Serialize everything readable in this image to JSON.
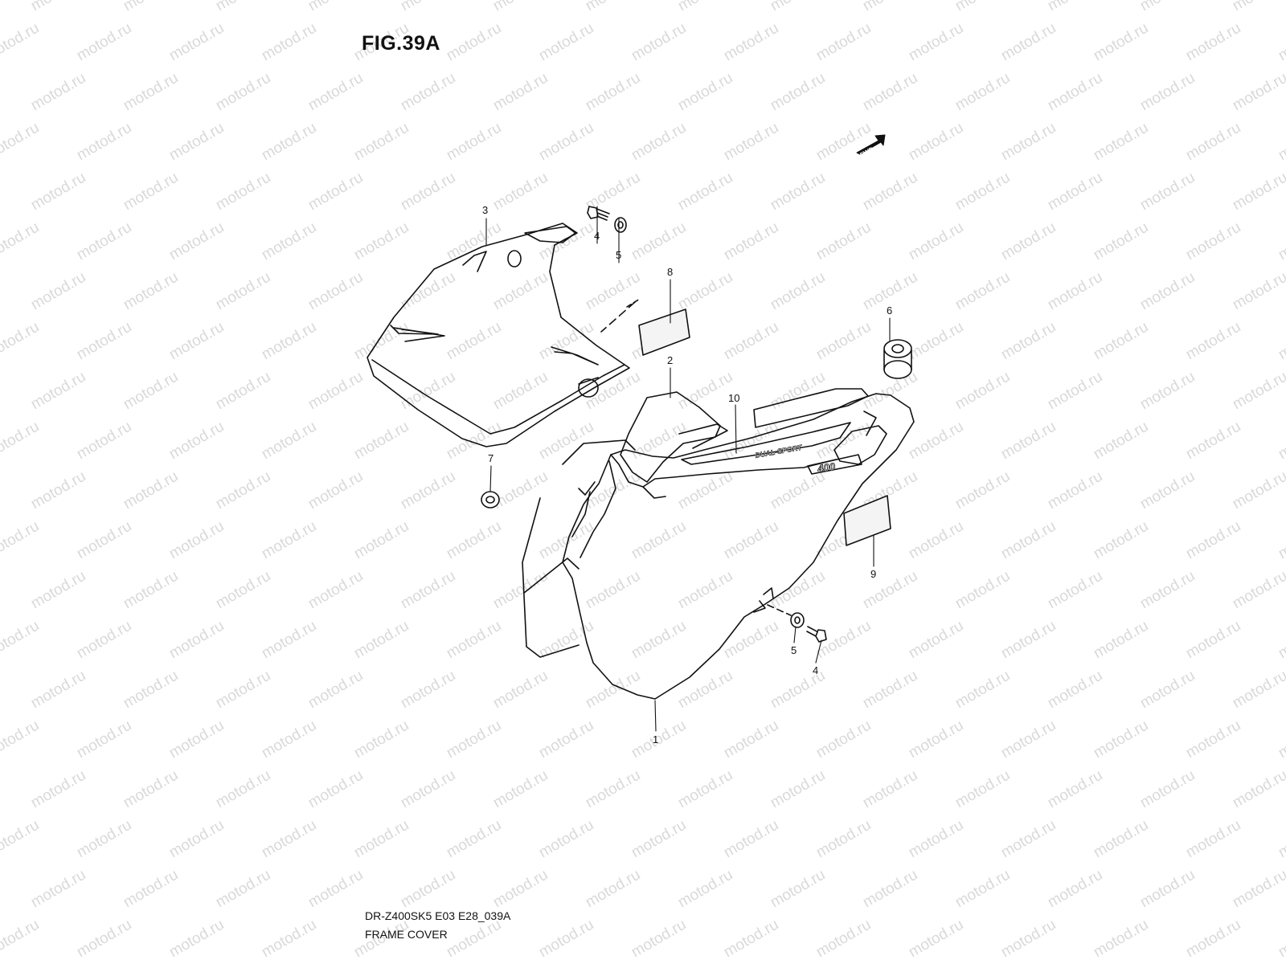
{
  "figure": {
    "title": "FIG.39A"
  },
  "watermark": {
    "text": "motod.ru",
    "color": "#d9d9d9"
  },
  "fwd_badge": {
    "label": "FWD",
    "icon": "forward-arrow-icon"
  },
  "callouts": {
    "c1": "1",
    "c2": "2",
    "c3": "3",
    "c4a": "4",
    "c4b": "4",
    "c5a": "5",
    "c5b": "5",
    "c6": "6",
    "c7": "7",
    "c8": "8",
    "c9": "9",
    "c10": "10"
  },
  "decal": {
    "stripe_text": "DUAL-SPORT",
    "badge_text": "400"
  },
  "footer": {
    "model_code": "DR-Z400SK5 E03 E28_039A",
    "section_name": "FRAME COVER"
  },
  "colors": {
    "line": "#111111",
    "background": "#ffffff"
  }
}
